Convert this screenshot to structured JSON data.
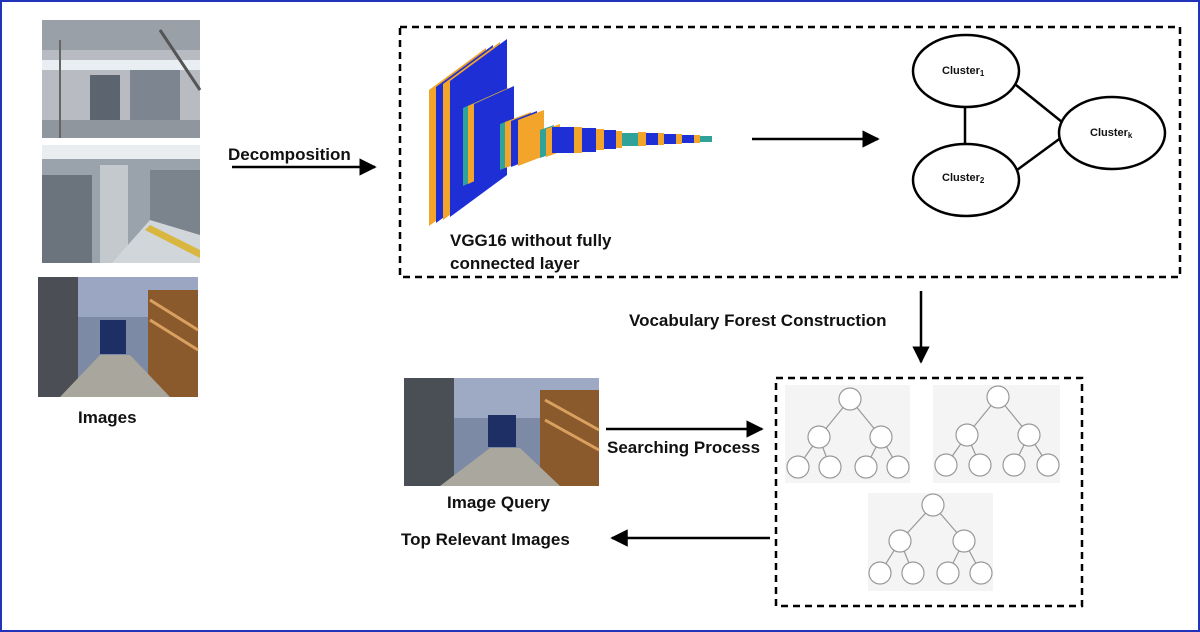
{
  "labels": {
    "images": "Images",
    "decomposition": "Decomposition",
    "vgg_line1": "VGG16 without fully",
    "vgg_line2": "connected layer",
    "vocab_forest": "Vocabulary Forest Construction",
    "image_query": "Image Query",
    "searching": "Searching Process",
    "top_relevant": "Top Relevant Images"
  },
  "clusters": [
    {
      "name": "Cluster",
      "sub": "1"
    },
    {
      "name": "Cluster",
      "sub": "2"
    },
    {
      "name": "Cluster",
      "sub": "k"
    }
  ],
  "colors": {
    "border": "#2233bb",
    "cnn_blue": "#1f2fd6",
    "cnn_orange": "#f2a52a",
    "cnn_teal": "#2fa39a",
    "tree_node_fill": "#ffffff",
    "tree_panel_bg": "#f4f4f4"
  },
  "icons": {
    "photos": "industrial-corridor-photo",
    "arrows": "arrow-right-icon"
  }
}
